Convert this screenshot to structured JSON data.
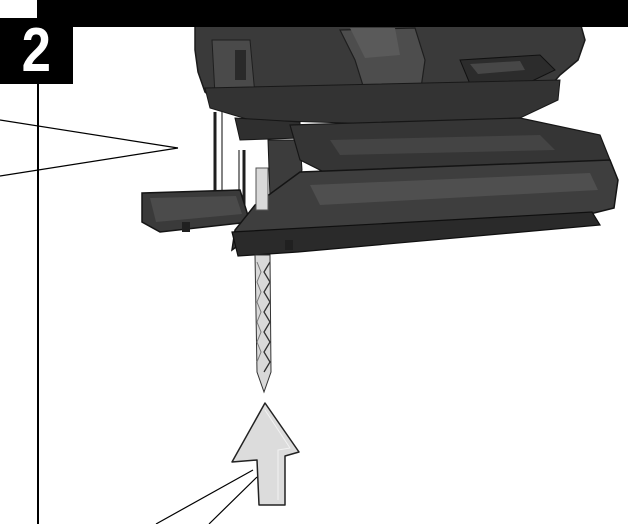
{
  "step": {
    "number": "2"
  },
  "colors": {
    "tool_body": "#3a3a3a",
    "tool_dark": "#262626",
    "tool_highlight": "#555555",
    "blade": "#d9d9d9",
    "arrow_fill": "#dcdcdc",
    "ink": "#000000"
  },
  "illustration": {
    "subject": "jigsaw-with-blade",
    "arrow_direction": "up"
  }
}
